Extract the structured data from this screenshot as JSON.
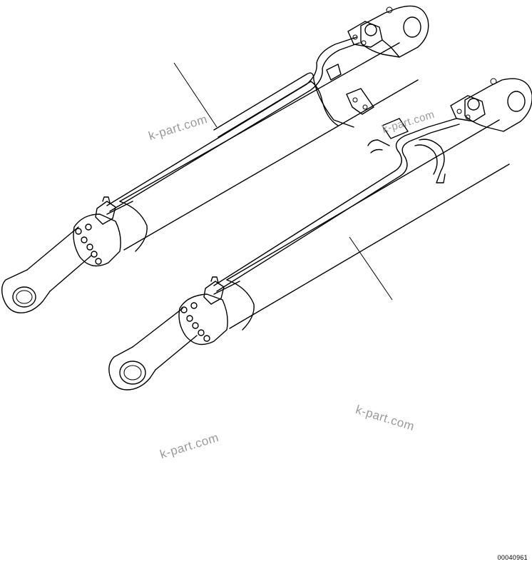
{
  "watermarks": [
    "k-part.com",
    "k-part.com",
    "k-part.com",
    "k-part.com"
  ],
  "drawing_code": "00040961"
}
